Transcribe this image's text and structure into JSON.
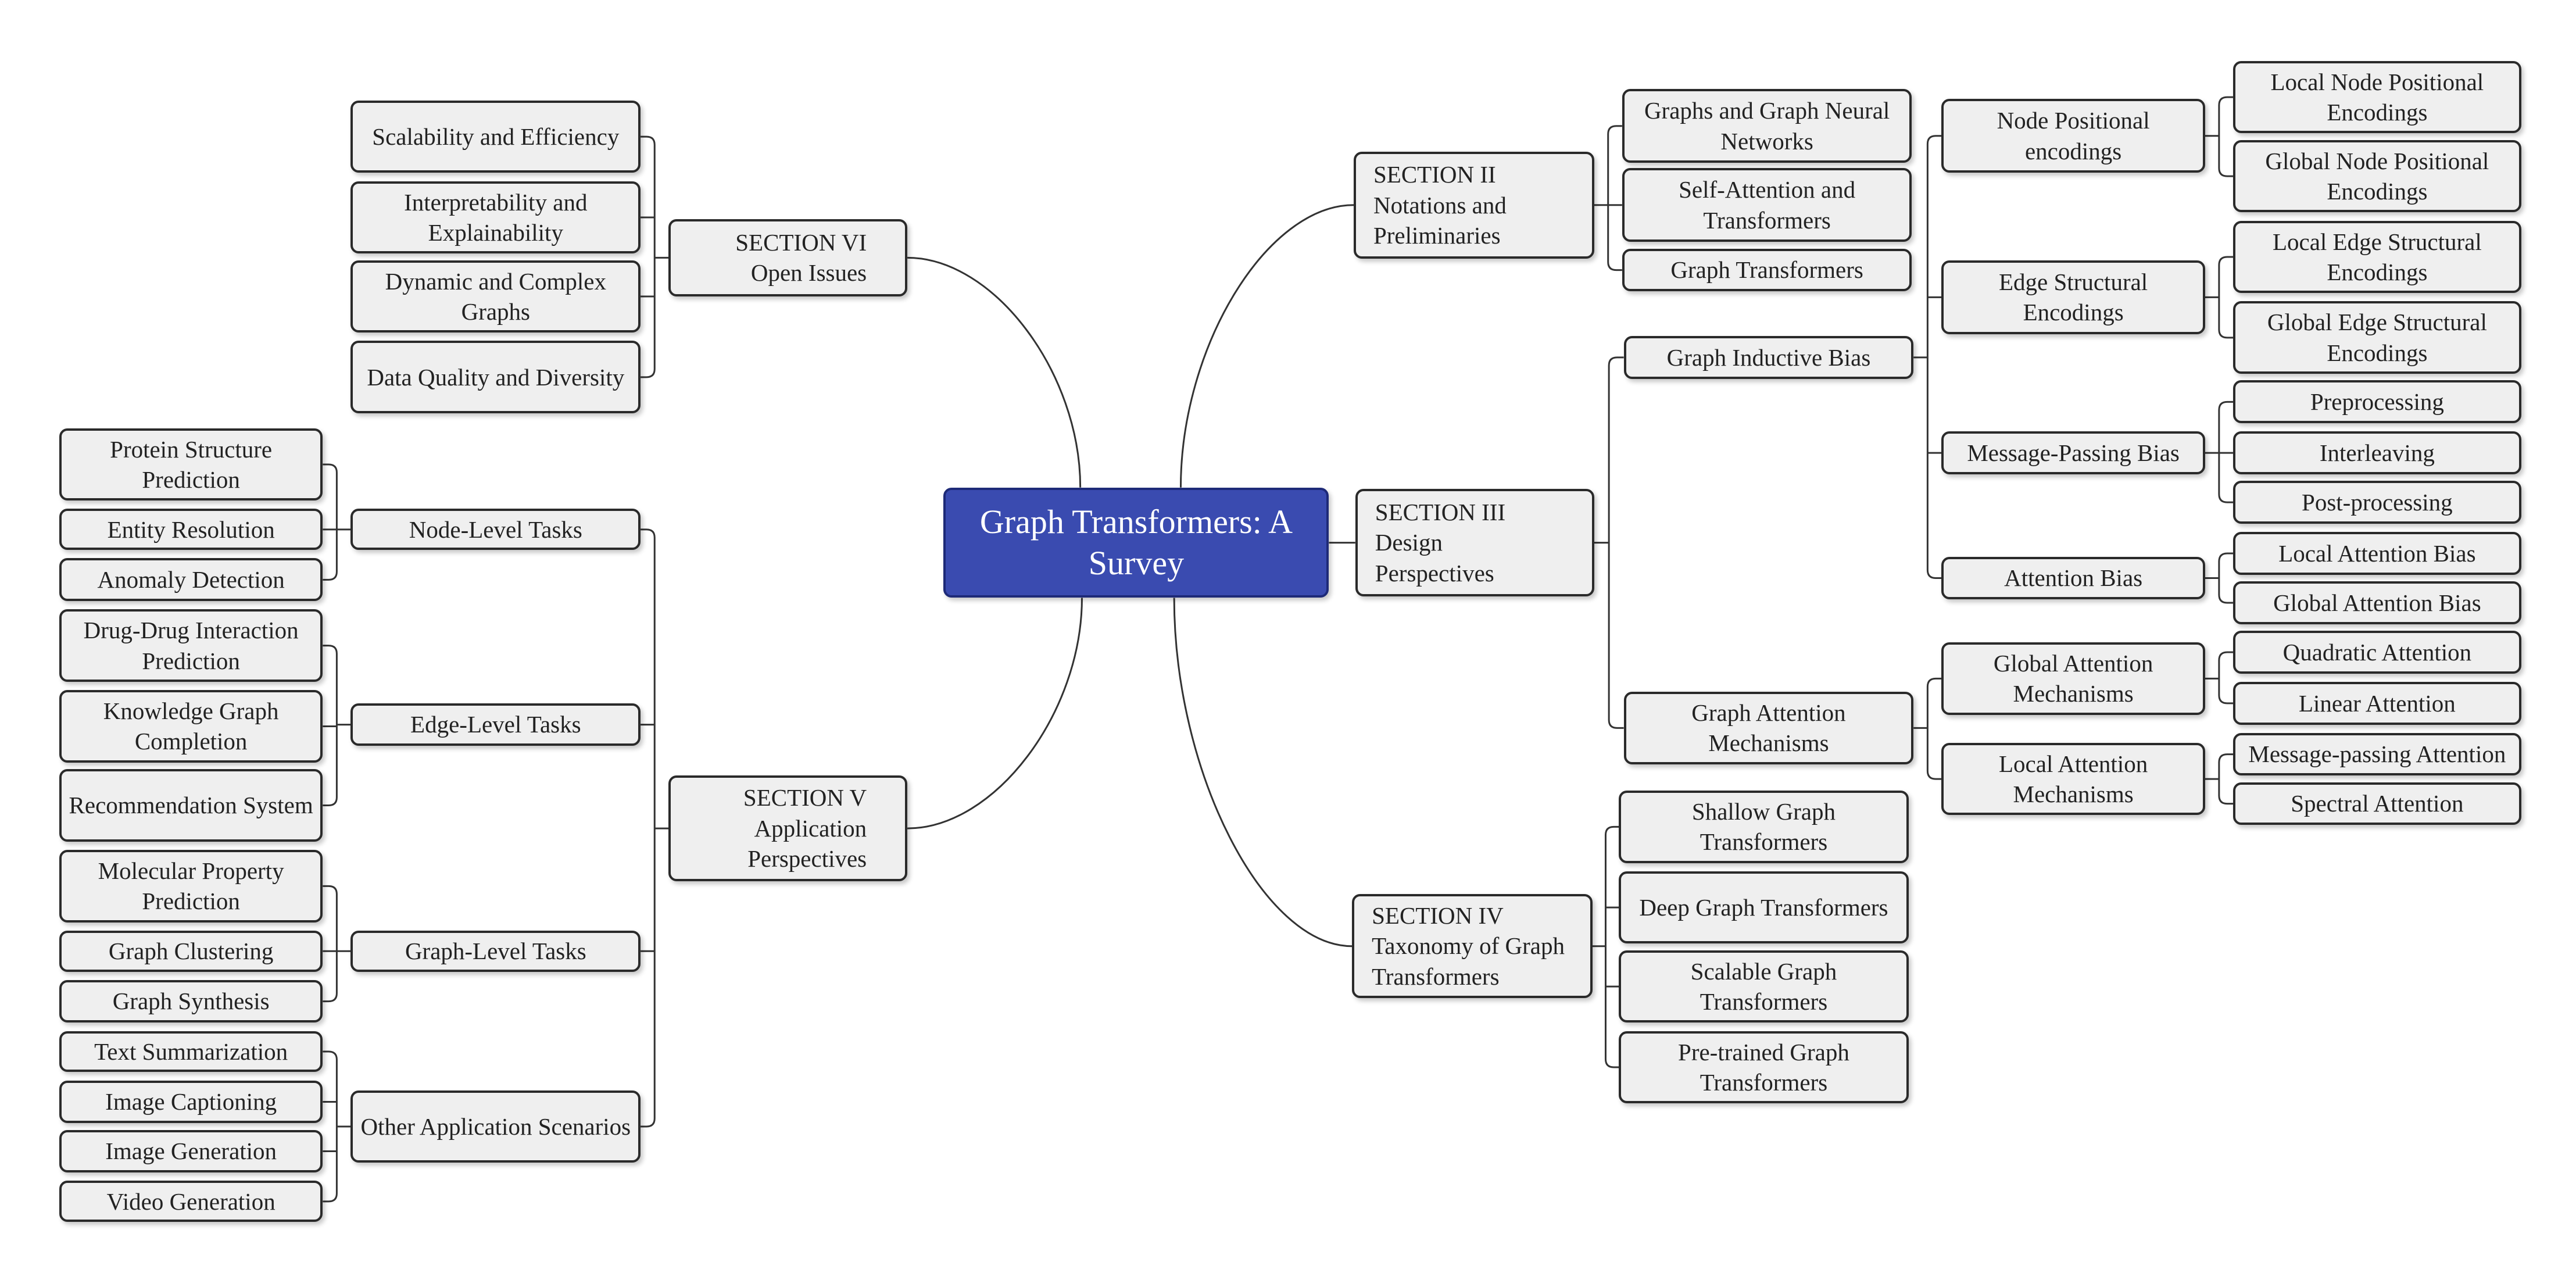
{
  "root": "Graph Transformers: A Survey",
  "sections": {
    "s2": {
      "label": "SECTION II\nNotations and\nPreliminaries",
      "children": [
        "Graphs and Graph Neural Networks",
        "Self-Attention and Transformers",
        "Graph Transformers"
      ]
    },
    "s3": {
      "label": "SECTION III\nDesign\nPerspectives",
      "inductive_bias": {
        "label": "Graph Inductive Bias",
        "node_pe": {
          "label": "Node Positional encodings",
          "children": [
            "Local Node Positional Encodings",
            "Global Node Positional Encodings"
          ]
        },
        "edge_se": {
          "label": "Edge Structural Encodings",
          "children": [
            "Local Edge Structural Encodings",
            "Global Edge Structural Encodings"
          ]
        },
        "mp_bias": {
          "label": "Message-Passing Bias",
          "children": [
            "Preprocessing",
            "Interleaving",
            "Post-processing"
          ]
        },
        "attn_bias": {
          "label": "Attention Bias",
          "children": [
            "Local Attention Bias",
            "Global Attention Bias"
          ]
        }
      },
      "attention_mech": {
        "label": "Graph Attention Mechanisms",
        "global": {
          "label": "Global Attention Mechanisms",
          "children": [
            "Quadratic Attention",
            "Linear Attention"
          ]
        },
        "local": {
          "label": "Local Attention Mechanisms",
          "children": [
            "Message-passing Attention",
            "Spectral Attention"
          ]
        }
      }
    },
    "s4": {
      "label": "SECTION IV\nTaxonomy of Graph\nTransformers",
      "children": [
        "Shallow Graph Transformers",
        "Deep Graph Transformers",
        "Scalable Graph Transformers",
        "Pre-trained Graph Transformers"
      ]
    },
    "s5": {
      "label": "SECTION V\nApplication\nPerspectives",
      "node_tasks": {
        "label": "Node-Level Tasks",
        "children": [
          "Protein Structure Prediction",
          "Entity Resolution",
          "Anomaly Detection"
        ]
      },
      "edge_tasks": {
        "label": "Edge-Level Tasks",
        "children": [
          "Drug-Drug Interaction Prediction",
          "Knowledge Graph Completion",
          "Recommendation System"
        ]
      },
      "graph_tasks": {
        "label": "Graph-Level Tasks",
        "children": [
          "Molecular Property Prediction",
          "Graph Clustering",
          "Graph Synthesis"
        ]
      },
      "other": {
        "label": "Other Application Scenarios",
        "children": [
          "Text Summarization",
          "Image Captioning",
          "Image Generation",
          "Video Generation"
        ]
      }
    },
    "s6": {
      "label": "SECTION VI\nOpen Issues",
      "children": [
        "Scalability and Efficiency",
        "Interpretability and Explainability",
        "Dynamic and Complex Graphs",
        "Data Quality and Diversity"
      ]
    }
  },
  "colors": {
    "root_fill": "#3a4bb0",
    "node_fill": "#efefef",
    "border": "#2a2a2a",
    "line": "#333333"
  }
}
